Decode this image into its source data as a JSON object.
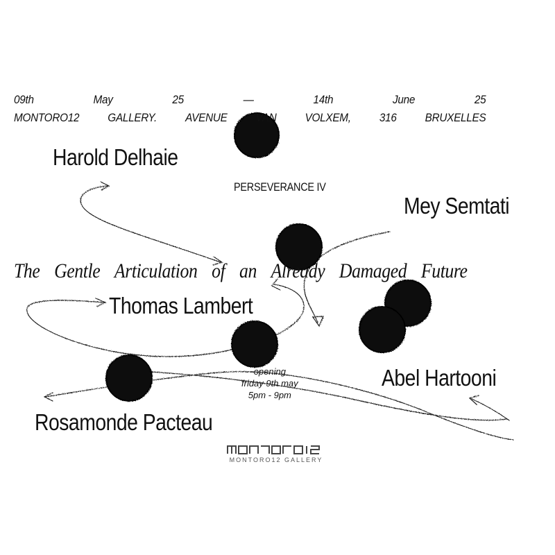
{
  "header": {
    "dates": [
      "09th",
      "May",
      "25",
      "—",
      "14th",
      "June",
      "25"
    ],
    "venue": [
      "MONTORO12",
      "GALLERY.",
      "AVENUE",
      "VAN",
      "VOLXEM,",
      "316",
      "BRUXELLES"
    ]
  },
  "title_words": [
    "The",
    "Gentle",
    "Articulation",
    "of",
    "an",
    "Already",
    "Damaged",
    "Future"
  ],
  "artists": {
    "harold": "Harold Delhaie",
    "mey": "Mey Semtati",
    "thomas": "Thomas Lambert",
    "abel": "Abel Hartooni",
    "rosamonde": "Rosamonde Pacteau"
  },
  "work_title": "PERSEVERANCE IV",
  "opening": {
    "label": "opening",
    "date": "friday 9th may",
    "time": "5pm - 9pm"
  },
  "logo": {
    "mark": "MONTORO12",
    "text": "MONTORO12 GALLERY"
  },
  "colors": {
    "ink": "#111111",
    "background": "#ffffff"
  }
}
